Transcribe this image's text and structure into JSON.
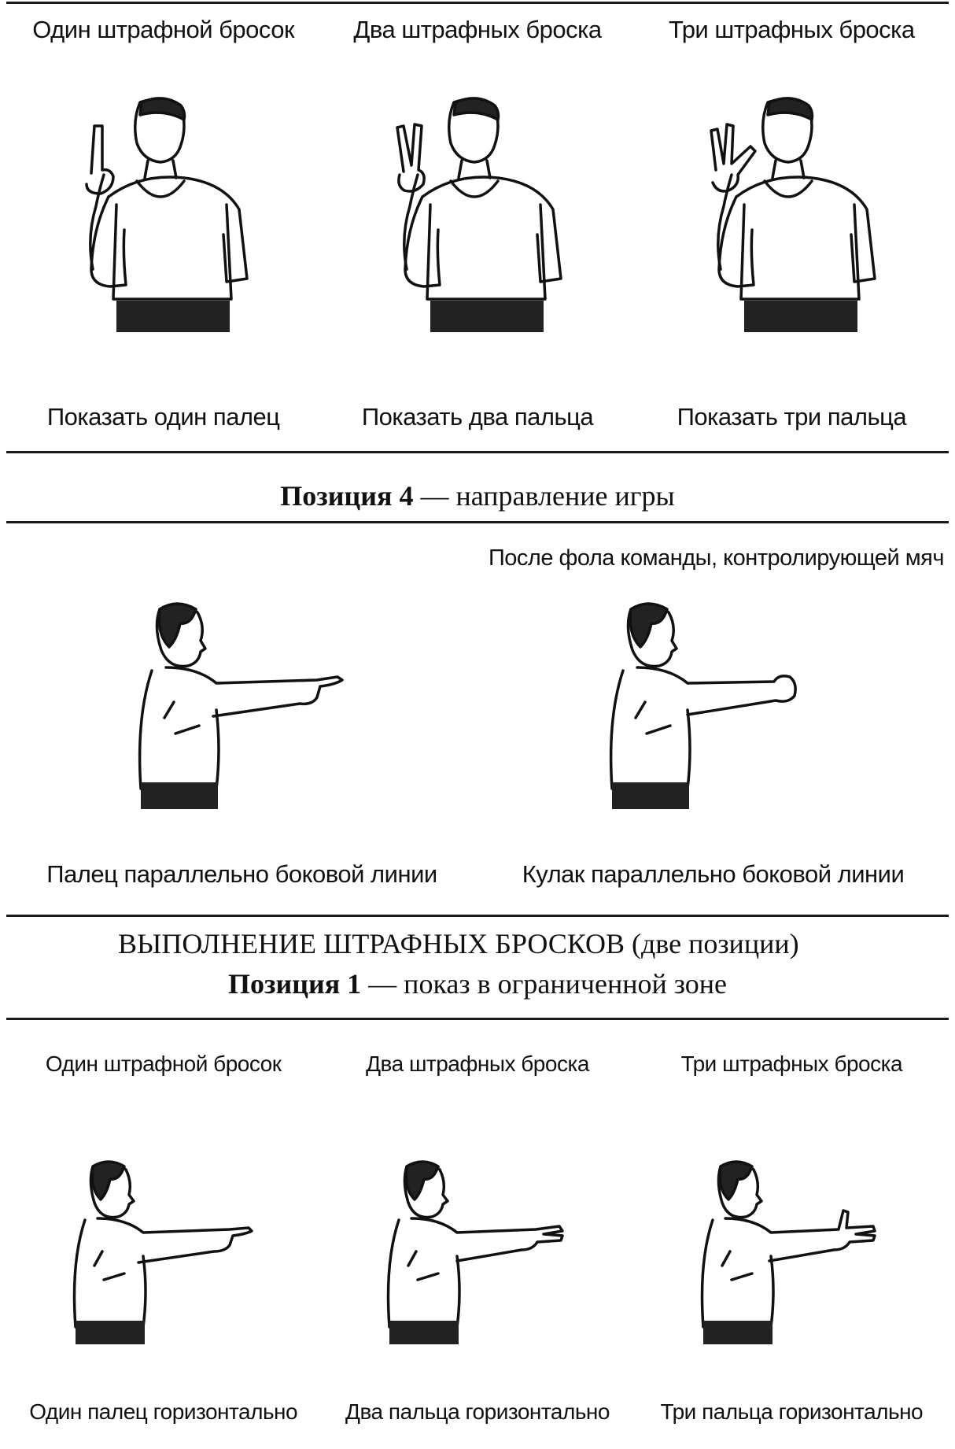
{
  "section_top": {
    "titles": [
      "Один штрафной бросок",
      "Два штрафных броска",
      "Три штрафных броска"
    ],
    "captions": [
      "Показать один палец",
      "Показать два пальца",
      "Показать три пальца"
    ]
  },
  "position4": {
    "heading_bold": "Позиция 4",
    "heading_rest": " — направление игры",
    "note": "После фола команды, контролирующей мяч",
    "captions": [
      "Палец параллельно боковой линии",
      "Кулак параллельно боковой линии"
    ]
  },
  "free_throws": {
    "title": "ВЫПОЛНЕНИЕ ШТРАФНЫХ БРОСКОВ (две позиции)",
    "position1_bold": "Позиция 1",
    "position1_rest": " — показ в ограниченной зоне",
    "titles": [
      "Один штрафной бросок",
      "Два штрафных броска",
      "Три штрафных броска"
    ],
    "captions": [
      "Один палец горизонтально",
      "Два пальца горизонтально",
      "Три пальца горизонтально"
    ]
  }
}
